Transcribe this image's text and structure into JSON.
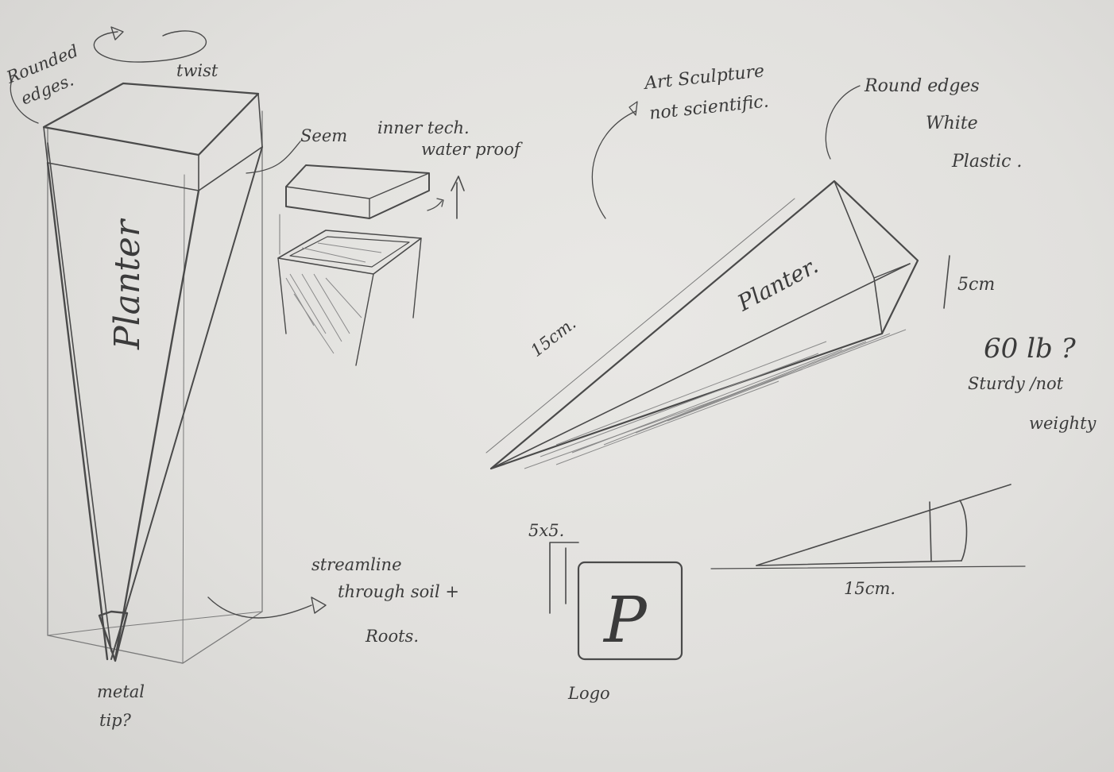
{
  "annotations": {
    "rounded_edges": [
      "Rounded",
      "edges."
    ],
    "twist": "twist",
    "seem": "Seem",
    "inner_tech": [
      "inner tech.",
      "water proof"
    ],
    "body_label_vertical": "Planter",
    "streamline": [
      "streamline",
      "through soil +",
      "Roots."
    ],
    "metal_tip": [
      "metal",
      "tip?"
    ],
    "art_sculpture": [
      "Art Sculpture",
      "not scientific."
    ],
    "round_edges": [
      "Round edges",
      "White",
      "Plastic ."
    ],
    "body_label_angled": "Planter.",
    "len_15cm_angled": "15cm.",
    "len_5cm": "5cm",
    "weight": "60 lb ?",
    "sturdy": [
      "Sturdy /not",
      "weighty"
    ],
    "logo_size": "5x5.",
    "logo_letter": "P",
    "logo_caption": "Logo",
    "len_15cm_bottom": "15cm."
  },
  "colors": {
    "paper": "#e4e3e0",
    "graphite": "#4a4a4a",
    "graphite_light": "#8a8a8a"
  }
}
